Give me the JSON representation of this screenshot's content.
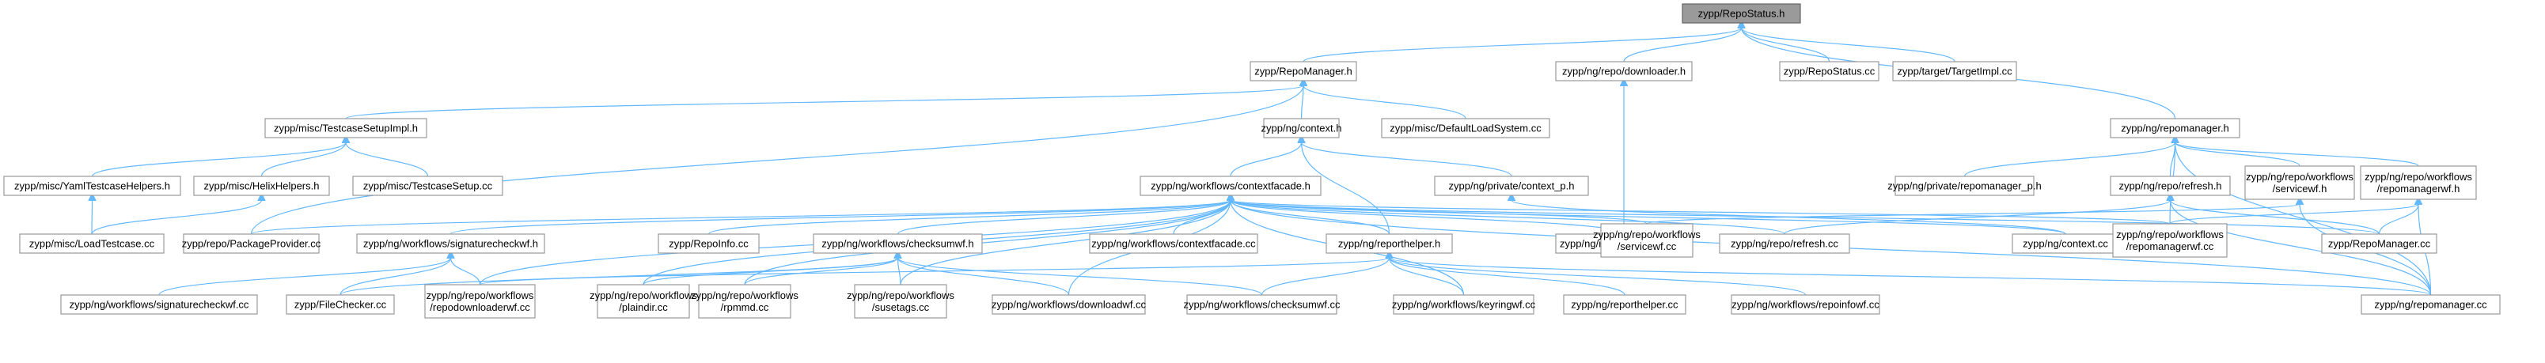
{
  "nodes": {
    "n0": [
      "zypp/RepoStatus.h"
    ],
    "n1": [
      "zypp/RepoManager.h"
    ],
    "n2": [
      "zypp/ng/repo/downloader.h"
    ],
    "n3": [
      "zypp/RepoStatus.cc"
    ],
    "n4": [
      "zypp/target/TargetImpl.cc"
    ],
    "n5": [
      "zypp/misc/TestcaseSetupImpl.h"
    ],
    "n6": [
      "zypp/ng/context.h"
    ],
    "n7": [
      "zypp/misc/DefaultLoadSystem.cc"
    ],
    "n8": [
      "zypp/ng/repomanager.h"
    ],
    "n9": [
      "zypp/misc/YamlTestcaseHelpers.h"
    ],
    "n10": [
      "zypp/misc/HelixHelpers.h"
    ],
    "n11": [
      "zypp/misc/TestcaseSetup.cc"
    ],
    "n12": [
      "zypp/ng/workflows/contextfacade.h"
    ],
    "n13": [
      "zypp/ng/private/context_p.h"
    ],
    "n14": [
      "zypp/ng/private/repomanager_p.h"
    ],
    "n15": [
      "zypp/ng/repo/refresh.h"
    ],
    "n16": [
      "zypp/ng/repo/workflows",
      "/servicewf.h"
    ],
    "n17": [
      "zypp/ng/repo/workflows",
      "/repomanagerwf.h"
    ],
    "n18": [
      "zypp/misc/LoadTestcase.cc"
    ],
    "n19": [
      "zypp/repo/PackageProvider.cc"
    ],
    "n20": [
      "zypp/ng/workflows/signaturecheckwf.h"
    ],
    "n21": [
      "zypp/RepoInfo.cc"
    ],
    "n22": [
      "zypp/ng/workflows/checksumwf.h"
    ],
    "n23": [
      "zypp/ng/workflows/contextfacade.cc"
    ],
    "n24": [
      "zypp/ng/reporthelper.h"
    ],
    "n25": [
      "zypp/ng/repo/downloader.cc"
    ],
    "n26": [
      "zypp/ng/repo/refresh.cc"
    ],
    "n27": [
      "zypp/ng/repo/workflows",
      "/servicewf.cc"
    ],
    "n28": [
      "zypp/ng/context.cc"
    ],
    "n29": [
      "zypp/ng/repo/workflows",
      "/repomanagerwf.cc"
    ],
    "n30": [
      "zypp/RepoManager.cc"
    ],
    "n31": [
      "zypp/ng/workflows/signaturecheckwf.cc"
    ],
    "n32": [
      "zypp/FileChecker.cc"
    ],
    "n33": [
      "zypp/ng/repo/workflows",
      "/repodownloaderwf.cc"
    ],
    "n34": [
      "zypp/ng/repo/workflows",
      "/plaindir.cc"
    ],
    "n35": [
      "zypp/ng/repo/workflows",
      "/rpmmd.cc"
    ],
    "n36": [
      "zypp/ng/repo/workflows",
      "/susetags.cc"
    ],
    "n37": [
      "zypp/ng/workflows/downloadwf.cc"
    ],
    "n38": [
      "zypp/ng/workflows/checksumwf.cc"
    ],
    "n39": [
      "zypp/ng/workflows/keyringwf.cc"
    ],
    "n40": [
      "zypp/ng/reporthelper.cc"
    ],
    "n41": [
      "zypp/ng/workflows/repoinfowf.cc"
    ],
    "n42": [
      "zypp/ng/repomanager.cc"
    ]
  }
}
